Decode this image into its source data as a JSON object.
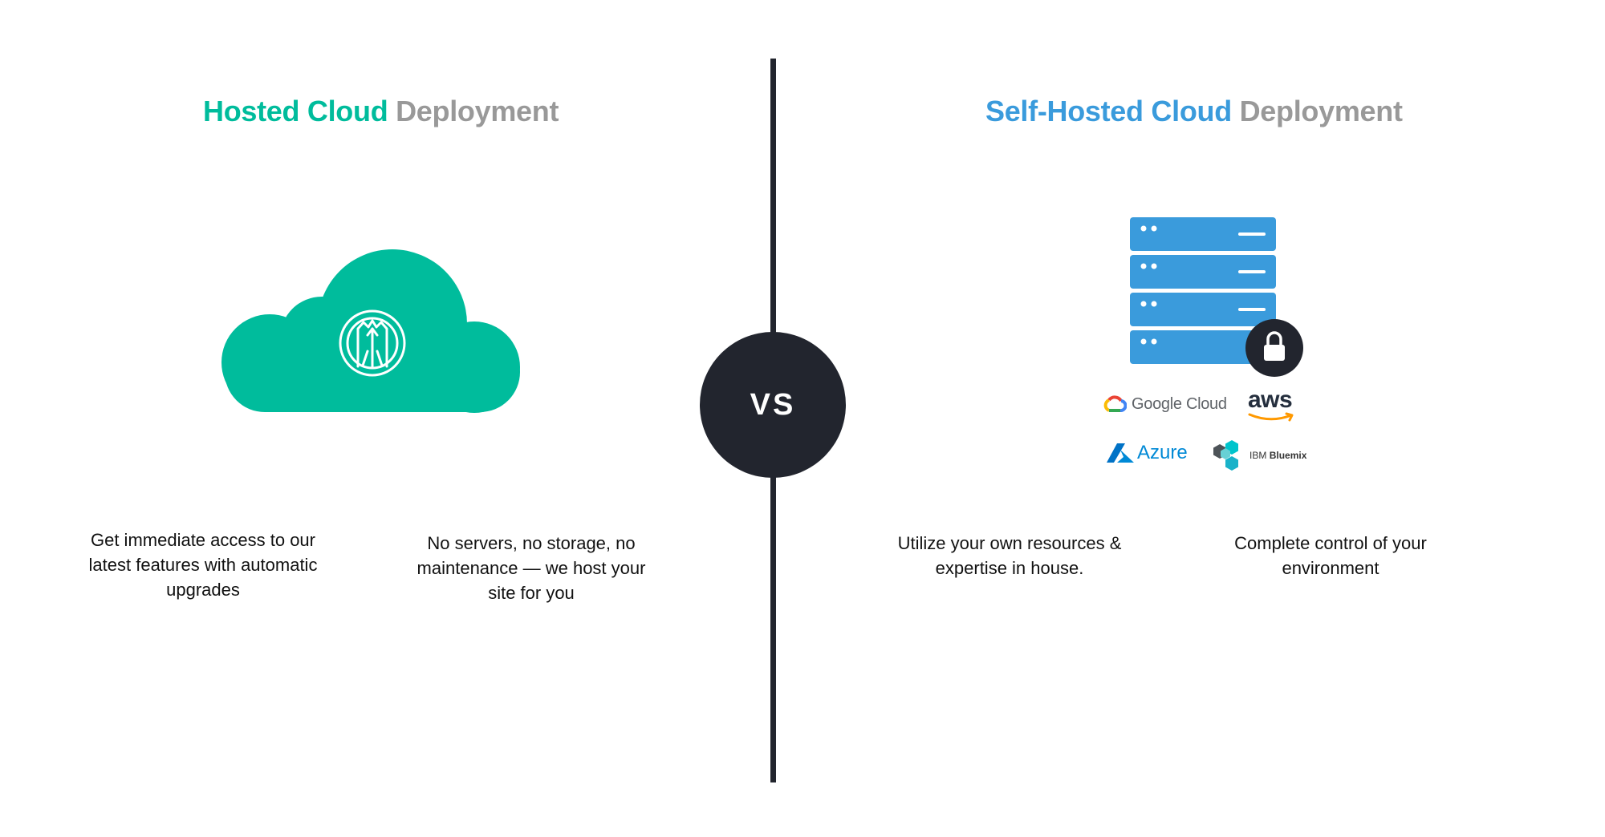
{
  "left": {
    "title_accent": "Hosted Cloud",
    "title_rest": " Deployment",
    "accent_color": "#00bc9c",
    "icon": "cloud-icon",
    "features": [
      "Get immediate access to our latest features with automatic upgrades",
      "No servers, no storage, no maintenance — we host your site for you"
    ]
  },
  "divider": {
    "label": "VS",
    "color": "#22252e"
  },
  "right": {
    "title_accent": "Self-Hosted Cloud",
    "title_rest": " Deployment",
    "accent_color": "#3a9bdc",
    "icon": "server-icon",
    "providers": {
      "google": "Google Cloud",
      "aws": "aws",
      "azure": "Azure",
      "ibm_prefix": "IBM",
      "ibm_name": "Bluemix"
    },
    "features": [
      "Utilize your own resources & expertise in house.",
      "Complete control of your environment"
    ]
  }
}
